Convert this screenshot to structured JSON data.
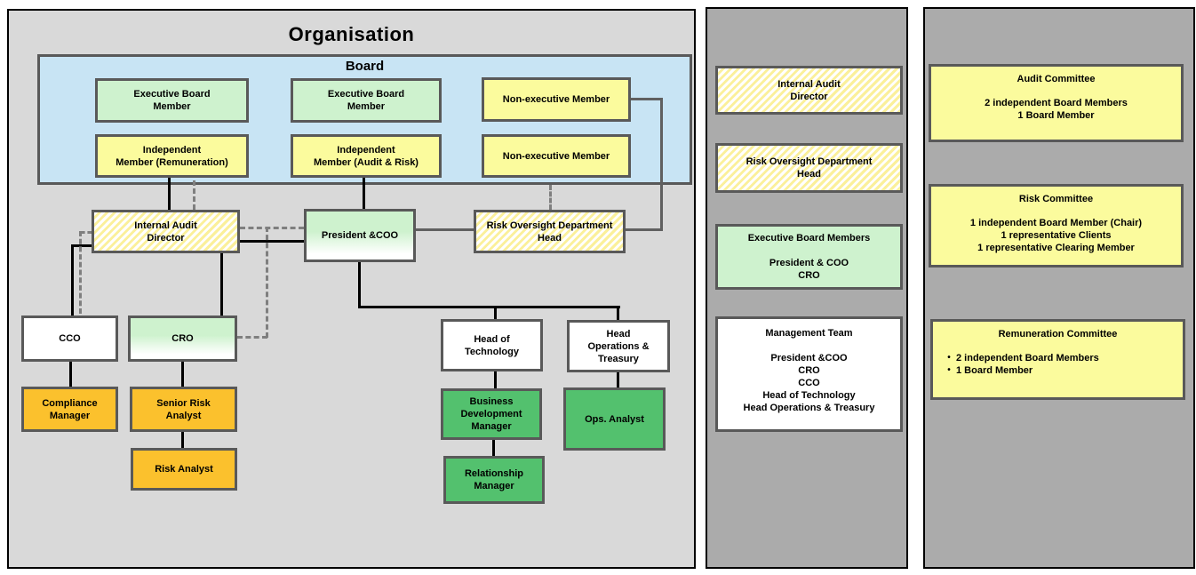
{
  "colors": {
    "panel_light": "#D9D9D9",
    "panel_dark": "#ABABAB",
    "board_blue": "#C8E4F4",
    "pale_green": "#CEF2CE",
    "flat_yellow": "#FBFB9D",
    "hatch_yellow": "#FBF09B",
    "orange": "#FBC12D",
    "solid_green": "#53C16E",
    "border_dark": "#595959",
    "line_black": "#000000",
    "line_gray": "#606060",
    "line_dash": "#7F7F7F",
    "white": "#FFFFFF"
  },
  "org_panel": {
    "title": "Organisation",
    "board_label": "Board",
    "nodes": {
      "exec_board_member_1": "Executive Board\nMember",
      "exec_board_member_2": "Executive Board\nMember",
      "non_exec_member_1": "Non-executive Member",
      "indep_member_rem": "Independent\nMember (Remuneration)",
      "indep_member_audit": "Independent\nMember (Audit & Risk)",
      "non_exec_member_2": "Non-executive Member",
      "internal_audit_director": "Internal Audit\nDirector",
      "president_coo": "President &COO",
      "risk_oversight_head": "Risk Oversight Department\nHead",
      "cco": "CCO",
      "cro": "CRO",
      "head_technology": "Head of\nTechnology",
      "head_ops_treasury": "Head\nOperations &\nTreasury",
      "compliance_manager": "Compliance\nManager",
      "senior_risk_analyst": "Senior Risk\nAnalyst",
      "risk_analyst": "Risk Analyst",
      "business_dev_manager": "Business\nDevelopment\nManager",
      "ops_analyst": "Ops. Analyst",
      "relationship_manager": "Relationship\nManager"
    }
  },
  "legend_panel": {
    "items": [
      {
        "label": "Internal Audit\nDirector",
        "style": "hatched"
      },
      {
        "label": "Risk Oversight Department\nHead",
        "style": "hatched"
      },
      {
        "label": "Executive Board Members\n\nPresident & COO\nCRO",
        "style": "pale-green"
      },
      {
        "label": "Management Team\n\nPresident &COO\nCRO\nCCO\nHead of Technology\nHead Operations & Treasury",
        "style": "white"
      }
    ]
  },
  "committee_panel": {
    "bullet_char": "•",
    "committees": [
      {
        "title": "Audit Committee",
        "lines": [
          "2 independent Board Members",
          "1 Board Member"
        ]
      },
      {
        "title": "Risk Committee",
        "lines": [
          "1 independent Board Member (Chair)",
          "1 representative Clients",
          "1 representative Clearing Member"
        ]
      },
      {
        "title": "Remuneration Committee",
        "lines": [
          "2 independent Board Members",
          "1 Board Member"
        ]
      }
    ]
  }
}
